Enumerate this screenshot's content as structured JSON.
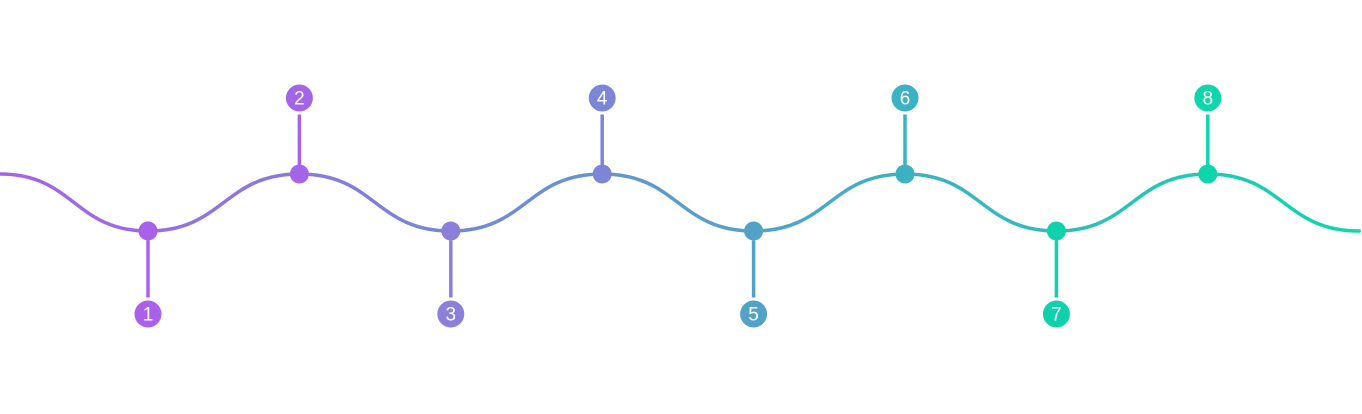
{
  "colors": {
    "start": "#a960ea",
    "end": "#0ad9ad"
  },
  "steps": [
    {
      "label": "1",
      "position": "below",
      "color": "#aa60ea"
    },
    {
      "label": "2",
      "position": "above",
      "color": "#a464e8"
    },
    {
      "label": "3",
      "position": "below",
      "color": "#8c7fdc"
    },
    {
      "label": "4",
      "position": "above",
      "color": "#7b86d7"
    },
    {
      "label": "5",
      "position": "below",
      "color": "#52a2c8"
    },
    {
      "label": "6",
      "position": "above",
      "color": "#3ab2c3"
    },
    {
      "label": "7",
      "position": "below",
      "color": "#0fd2ad"
    },
    {
      "label": "8",
      "position": "above",
      "color": "#0dd6ad"
    }
  ]
}
